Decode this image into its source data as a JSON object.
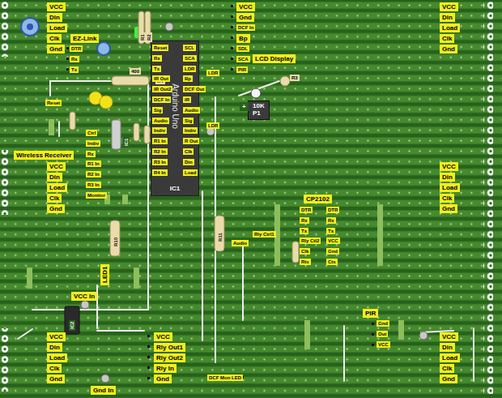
{
  "diagram": {
    "nodes": [
      {
        "text": [
          "Arduino Uno",
          "IC1"
        ]
      },
      {
        "text": [
          "10K",
          "P1"
        ]
      }
    ],
    "labels": [
      "VCC",
      "Din",
      "Load",
      "Clk",
      "Gnd",
      "EZ-Link",
      "DTR",
      "Rx",
      "Tx",
      "R1",
      "R2",
      "VCC",
      "Gnd",
      "DCF In",
      "Bp",
      "SDL",
      "SCA",
      "LCD Display",
      "PIR",
      "VCC",
      "Din",
      "Load",
      "Clk",
      "Gnd",
      "400",
      "R4",
      "Reset",
      "R3",
      "Reset",
      "Rx",
      "Tx",
      "IR Out",
      "IR Out2",
      "DCF In",
      "Sig",
      "Audio",
      "Indiv",
      "R1 In",
      "R2 In",
      "R3 In",
      "R4 In",
      "SCL",
      "SCA",
      "LDR",
      "Bp",
      "DCF Out",
      "IR",
      "Audio",
      "Sig",
      "Indiv",
      "R Out",
      "Clk",
      "Din",
      "Load",
      "LDR",
      "LDR",
      "+",
      "IC1",
      "Wireless Receiver",
      "VCC",
      "Din",
      "Load",
      "Clk",
      "Gnd",
      "Ctrl",
      "Indiv",
      "Rx",
      "R1 In",
      "R2 In",
      "R3 In",
      "Monitor",
      "VCC",
      "Din",
      "Load",
      "Clk",
      "Gnd",
      "CP2102",
      "DTR",
      "Rx",
      "Tx",
      "Rly Ctl2",
      "Clk",
      "Rts",
      "DTR",
      "Rx",
      "Tx",
      "VCC",
      "Gnd",
      "Cts",
      "Rly Ctrl1",
      "Audio",
      "R10",
      "R11",
      "LED1",
      "VCC In",
      "IC2",
      "VCC",
      "Din",
      "Load",
      "Clk",
      "Gnd",
      "Gnd In",
      "VCC",
      "Rly Out1",
      "Rly Out2",
      "Rly In",
      "Gnd",
      "DCF Mon LED",
      "PIR",
      "Gnd",
      "Out",
      "VCC",
      "VCC",
      "Din",
      "Load",
      "Clk",
      "Gnd"
    ]
  }
}
